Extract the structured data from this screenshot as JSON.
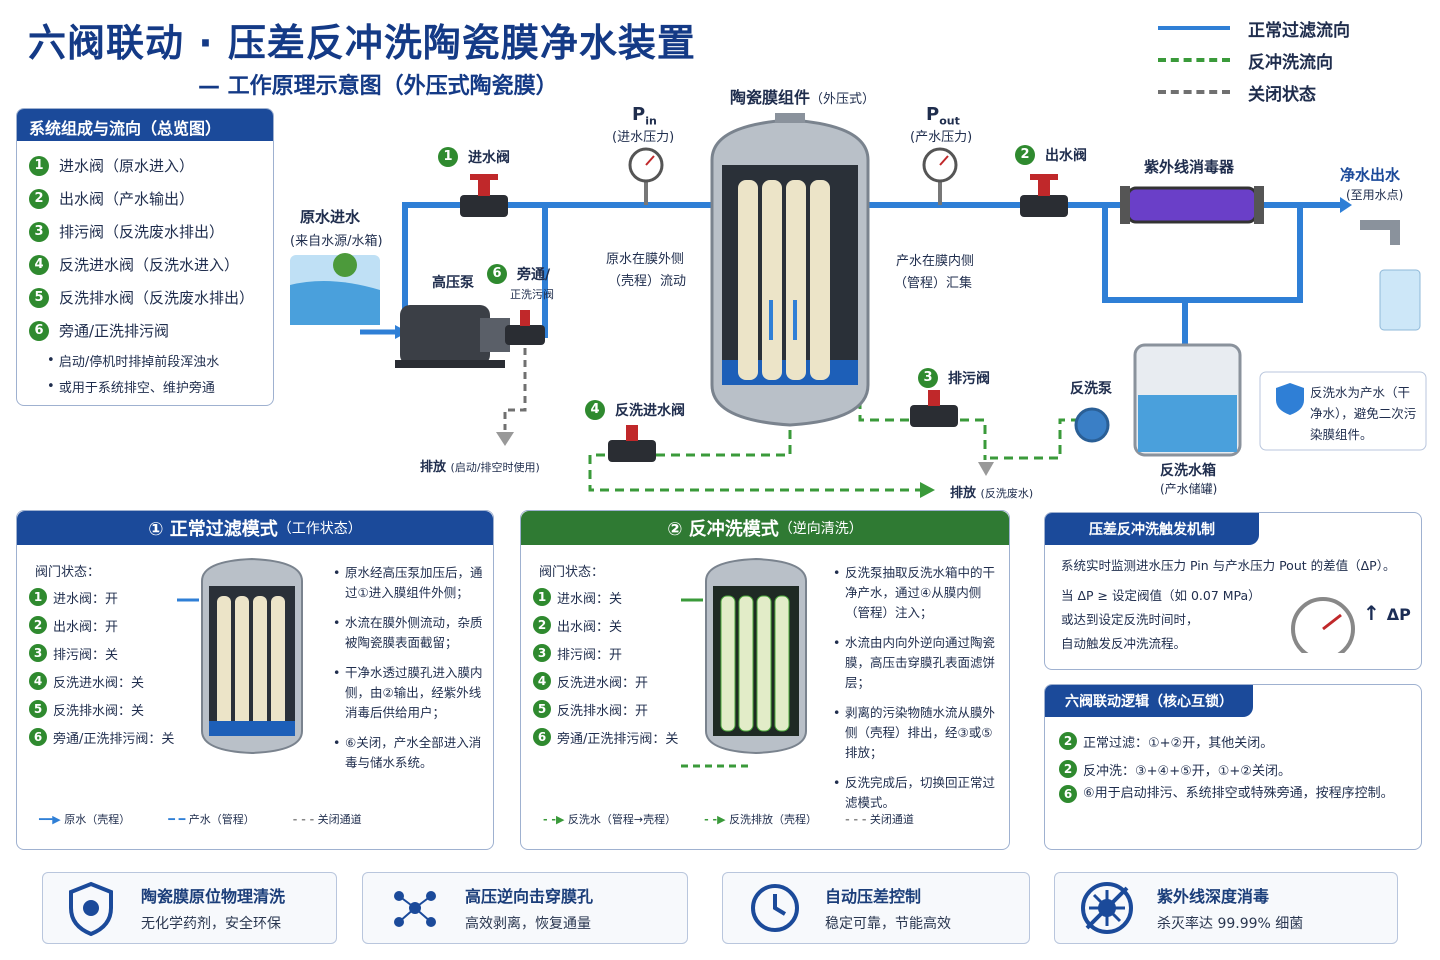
{
  "title": "六阀联动 · 压差反冲洗陶瓷膜净水装置",
  "subtitle": "— 工作原理示意图（外压式陶瓷膜）",
  "legend": [
    {
      "label": "正常过滤流向",
      "color": "#2f7fd6",
      "style": "solid"
    },
    {
      "label": "反冲洗流向",
      "color": "#3a9a3a",
      "style": "dashed"
    },
    {
      "label": "关闭状态",
      "color": "#707070",
      "style": "dashed"
    }
  ],
  "overview": {
    "title": "系统组成与流向（总览图）",
    "items": [
      {
        "n": "1",
        "label": "进水阀（原水进入）"
      },
      {
        "n": "2",
        "label": "出水阀（产水输出）"
      },
      {
        "n": "3",
        "label": "排污阀（反洗废水排出）"
      },
      {
        "n": "4",
        "label": "反洗进水阀（反洗水进入）"
      },
      {
        "n": "5",
        "label": "反洗排水阀（反洗废水排出）"
      },
      {
        "n": "6",
        "label": "旁通/正洗排污阀"
      }
    ],
    "bullets": [
      "启动/停机时排掉前段浑浊水",
      "或用于系统排空、维护旁通"
    ]
  },
  "diagram": {
    "raw_in": "原水进水",
    "raw_in_sub": "(来自水源/水箱)",
    "pump": "高压泵",
    "v1": "进水阀",
    "v2": "出水阀",
    "v3": "排污阀",
    "v4": "反洗进水阀",
    "v6": "旁通/",
    "v6b": "正洗污阀",
    "pin": "P",
    "pin_sub": "in",
    "pin_note": "(进水压力)",
    "pout": "P",
    "pout_sub": "out",
    "pout_note": "(产水压力)",
    "module": "陶瓷膜组件",
    "module_note": "（外压式）",
    "outside": "原水在膜外侧",
    "outside2": "（壳程）流动",
    "inside": "产水在膜内侧",
    "inside2": "（管程）汇集",
    "uv": "紫外线消毒器",
    "clean_out": "净水出水",
    "clean_out_sub": "(至用水点)",
    "bw_pump": "反洗泵",
    "bw_tank": "反洗水箱",
    "bw_tank_sub": "(产水储罐)",
    "drain1": "排放",
    "drain1_sub": "(启动/排空时使用)",
    "drain2": "排放",
    "drain2_sub": "(反洗废水)",
    "note": "反洗水为产水（干净水），避免二次污染膜组件。"
  },
  "mode1": {
    "title": "① 正常过滤模式",
    "title_sub": "（工作状态）",
    "valve_title": "阀门状态：",
    "valves": [
      {
        "n": "1",
        "label": "进水阀：开"
      },
      {
        "n": "2",
        "label": "出水阀：开"
      },
      {
        "n": "3",
        "label": "排污阀：关"
      },
      {
        "n": "4",
        "label": "反洗进水阀：关"
      },
      {
        "n": "5",
        "label": "反洗排水阀：关"
      },
      {
        "n": "6",
        "label": "旁通/正洗排污阀：关"
      }
    ],
    "desc": [
      "原水经高压泵加压后，通过①进入膜组件外侧；",
      "水流在膜外侧流动，杂质被陶瓷膜表面截留；",
      "干净水透过膜孔进入膜内侧，由②输出，经紫外线消毒后供给用户；",
      "⑥关闭，产水全部进入消毒与储水系统。"
    ],
    "legend": [
      "原水（壳程）",
      "产水（管程）",
      "关闭通道"
    ]
  },
  "mode2": {
    "title": "② 反冲洗模式",
    "title_sub": "（逆向清洗）",
    "valve_title": "阀门状态：",
    "valves": [
      {
        "n": "1",
        "label": "进水阀：关"
      },
      {
        "n": "2",
        "label": "出水阀：关"
      },
      {
        "n": "3",
        "label": "排污阀：开"
      },
      {
        "n": "4",
        "label": "反洗进水阀：开"
      },
      {
        "n": "5",
        "label": "反洗排水阀：开"
      },
      {
        "n": "6",
        "label": "旁通/正洗排污阀：关"
      }
    ],
    "desc": [
      "反洗泵抽取反洗水箱中的干净产水，通过④从膜内侧（管程）注入；",
      "水流由内向外逆向通过陶瓷膜，高压击穿膜孔表面滤饼层；",
      "剥离的污染物随水流从膜外侧（壳程）排出，经③或⑤排放；",
      "反洗完成后，切换回正常过滤模式。"
    ],
    "legend": [
      "反洗水（管程→壳程）",
      "反洗排放（壳程）",
      "关闭通道"
    ]
  },
  "trigger": {
    "title": "压差反冲洗触发机制",
    "line1": "系统实时监测进水压力 Pin 与产水压力 Pout 的差值（ΔP）。",
    "line2": "当 ΔP ≥ 设定阀值（如 0.07 MPa）",
    "line3": "或达到设定反洗时间时，",
    "line4": "自动触发反冲洗流程。",
    "dp": "ΔP"
  },
  "logic": {
    "title": "六阀联动逻辑（核心互锁）",
    "items": [
      {
        "n": "2",
        "label": "正常过滤：①+②开，其他关闭。"
      },
      {
        "n": "2",
        "label": "反冲洗：③+④+⑤开，①+②关闭。"
      },
      {
        "n": "6",
        "label": "⑥用于启动排污、系统排空或特殊旁通，按程序控制。"
      }
    ]
  },
  "features": [
    {
      "icon": "shield-icon",
      "t1": "陶瓷膜原位物理清洗",
      "t2": "无化学药剂，安全环保"
    },
    {
      "icon": "molecule-icon",
      "t1": "高压逆向击穿膜孔",
      "t2": "高效剥离，恢复通量"
    },
    {
      "icon": "clock-icon",
      "t1": "自动压差控制",
      "t2": "稳定可靠，节能高效"
    },
    {
      "icon": "virus-icon",
      "t1": "紫外线深度消毒",
      "t2": "杀灭率达 99.99% 细菌"
    }
  ],
  "colors": {
    "primary": "#1b4a9a",
    "green": "#2f8a2f",
    "flow_blue": "#2f7fd6",
    "flow_green": "#3a9a3a",
    "closed": "#707070"
  }
}
